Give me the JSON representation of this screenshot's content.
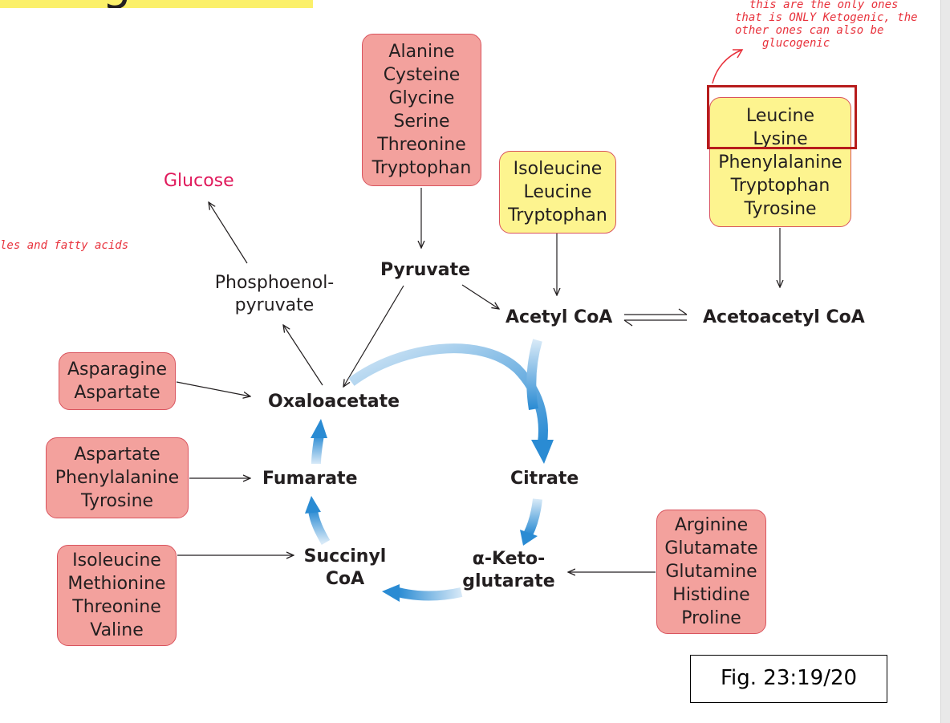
{
  "title_fragment": "Ketogenic",
  "handwritten": {
    "note_lines": [
      "this are the only ones",
      "that is ONLY Ketogenic, the",
      "other ones can also be",
      "glucogenic"
    ],
    "margin_note": "les and fatty acids"
  },
  "boxes": {
    "pyruvate_sources": [
      "Alanine",
      "Cysteine",
      "Glycine",
      "Serine",
      "Threonine",
      "Tryptophan"
    ],
    "acetyl_sources": [
      "Isoleucine",
      "Leucine",
      "Tryptophan"
    ],
    "acetoacetyl_sources": [
      "Leucine",
      "Lysine",
      "Phenylalanine",
      "Tryptophan",
      "Tyrosine"
    ],
    "oxaloacetate_sources": [
      "Asparagine",
      "Aspartate"
    ],
    "fumarate_sources": [
      "Aspartate",
      "Phenylalanine",
      "Tyrosine"
    ],
    "succinyl_sources": [
      "Isoleucine",
      "Methionine",
      "Threonine",
      "Valine"
    ],
    "ketoglutarate_sources": [
      "Arginine",
      "Glutamate",
      "Glutamine",
      "Histidine",
      "Proline"
    ]
  },
  "nodes": {
    "glucose": "Glucose",
    "pep_line1": "Phosphoenol-",
    "pep_line2": "pyruvate",
    "pyruvate": "Pyruvate",
    "acetyl_coa": "Acetyl CoA",
    "acetoacetyl_coa": "Acetoacetyl CoA",
    "oxaloacetate": "Oxaloacetate",
    "citrate": "Citrate",
    "fumarate": "Fumarate",
    "succinyl_line1": "Succinyl",
    "succinyl_line2": "CoA",
    "ketoglutarate_line1": "α-Keto-",
    "ketoglutarate_line2": "glutarate"
  },
  "figure_label": "Fig. 23:19/20",
  "colors": {
    "glucogenic_box": "#f3a19d",
    "ketogenic_box": "#fdf48f",
    "box_border": "#d9545e",
    "cycle_arrow": "#2a8bd3",
    "glucose_text": "#e0195b",
    "annotation": "#e8323c",
    "highlight_rect": "#b71c1c"
  }
}
